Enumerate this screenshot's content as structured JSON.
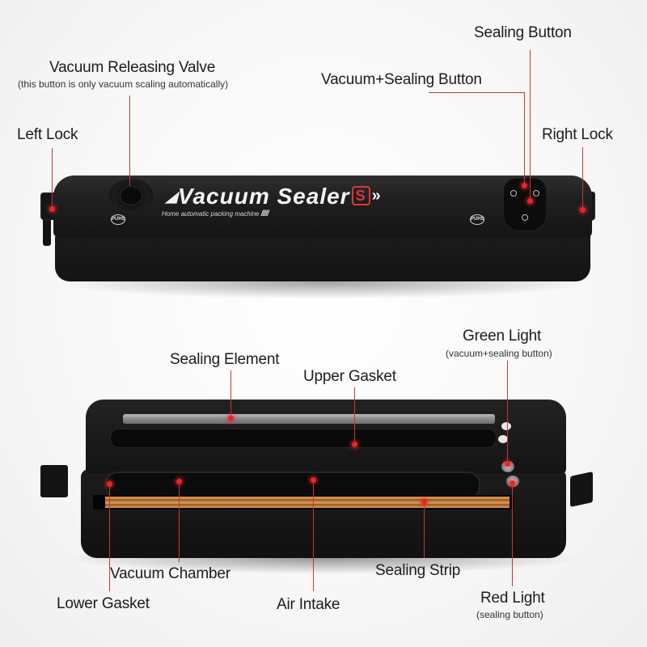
{
  "product": {
    "brand_text": "Vacuum Sealer",
    "brand_badge": "S",
    "brand_arrows": "»",
    "tagline": "Home automatic packing machine",
    "tagline_slashes": "/////",
    "push_label": "PUHS",
    "accent_color": "#e03535",
    "pointer_color": "#c0393b"
  },
  "top_callouts": [
    {
      "id": "vacuum-releasing-valve",
      "label": "Vacuum Releasing Valve",
      "note": "(this button is only vacuum scaling automatically)"
    },
    {
      "id": "left-lock",
      "label": "Left Lock"
    },
    {
      "id": "sealing-button",
      "label": "Sealing Button"
    },
    {
      "id": "vacuum-sealing-button",
      "label": "Vacuum+Sealing Button"
    },
    {
      "id": "right-lock",
      "label": "Right Lock"
    }
  ],
  "bottom_callouts": [
    {
      "id": "sealing-element",
      "label": "Sealing Element"
    },
    {
      "id": "upper-gasket",
      "label": "Upper Gasket"
    },
    {
      "id": "green-light",
      "label": "Green Light",
      "note": "(vacuum+sealing button)"
    },
    {
      "id": "vacuum-chamber",
      "label": "Vacuum Chamber"
    },
    {
      "id": "sealing-strip",
      "label": "Sealing Strip"
    },
    {
      "id": "lower-gasket",
      "label": "Lower Gasket"
    },
    {
      "id": "air-intake",
      "label": "Air Intake"
    },
    {
      "id": "red-light",
      "label": "Red Light",
      "note": "(sealing button)"
    }
  ]
}
